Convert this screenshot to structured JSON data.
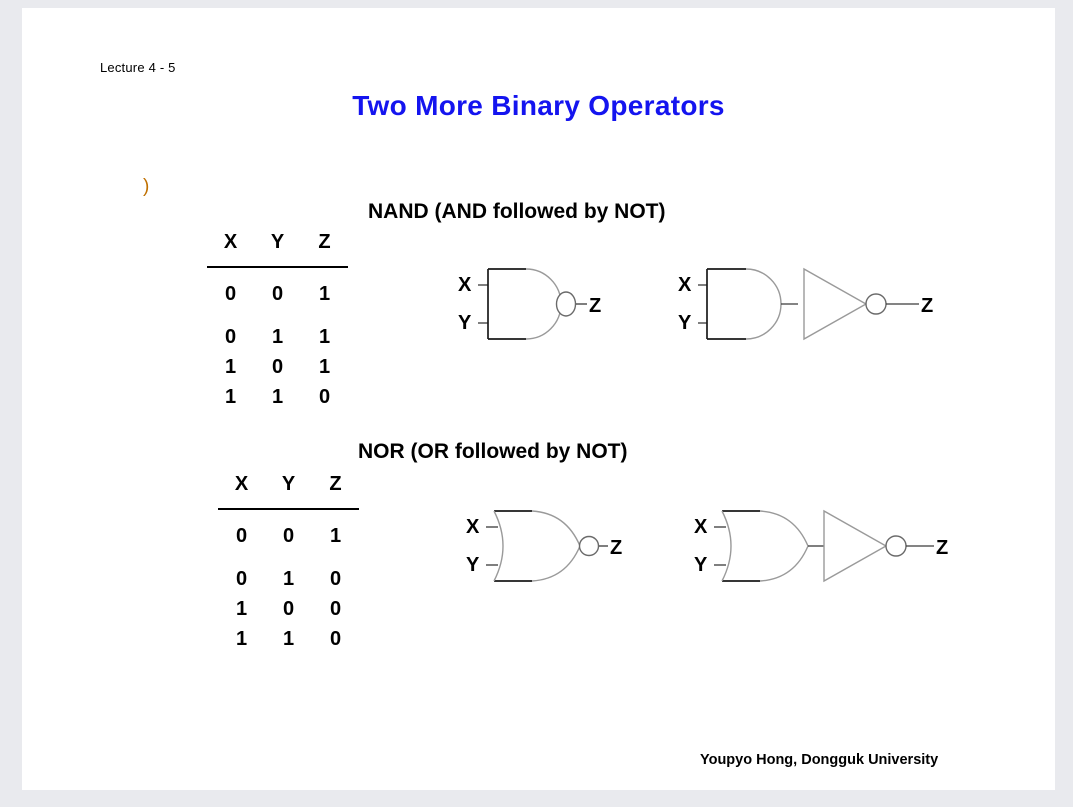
{
  "slide": {
    "lecture_label": "Lecture 4 - 5",
    "title": "Two More Binary Operators",
    "stray_marker": ")",
    "footer": "Youpyo Hong, Dongguk University",
    "colors": {
      "page_background": "#e9eaee",
      "slide_background": "#ffffff",
      "title_blue": "#1414ef",
      "text_black": "#000000",
      "gate_outline_dark": "#1a1a1a",
      "gate_outline_light": "#9a9a9a"
    }
  },
  "sections": [
    {
      "id": "nand",
      "heading": "NAND (AND followed by NOT)",
      "table": {
        "columns": [
          "X",
          "Y",
          "Z"
        ],
        "rows": [
          [
            "0",
            "0",
            "1"
          ],
          [
            "0",
            "1",
            "1"
          ],
          [
            "1",
            "0",
            "1"
          ],
          [
            "1",
            "1",
            "0"
          ]
        ]
      },
      "figures": [
        {
          "id": "nand-gate",
          "symbol": "nand-gate-icon",
          "inputs": [
            "X",
            "Y"
          ],
          "output": "Z"
        },
        {
          "id": "and-then-not",
          "symbol": "and-gate-plus-not-gate-icon",
          "inputs": [
            "X",
            "Y"
          ],
          "output": "Z"
        }
      ]
    },
    {
      "id": "nor",
      "heading": "NOR (OR followed by NOT)",
      "table": {
        "columns": [
          "X",
          "Y",
          "Z"
        ],
        "rows": [
          [
            "0",
            "0",
            "1"
          ],
          [
            "0",
            "1",
            "0"
          ],
          [
            "1",
            "0",
            "0"
          ],
          [
            "1",
            "1",
            "0"
          ]
        ]
      },
      "figures": [
        {
          "id": "nor-gate",
          "symbol": "nor-gate-icon",
          "inputs": [
            "X",
            "Y"
          ],
          "output": "Z"
        },
        {
          "id": "or-then-not",
          "symbol": "or-gate-plus-not-gate-icon",
          "inputs": [
            "X",
            "Y"
          ],
          "output": "Z"
        }
      ]
    }
  ]
}
